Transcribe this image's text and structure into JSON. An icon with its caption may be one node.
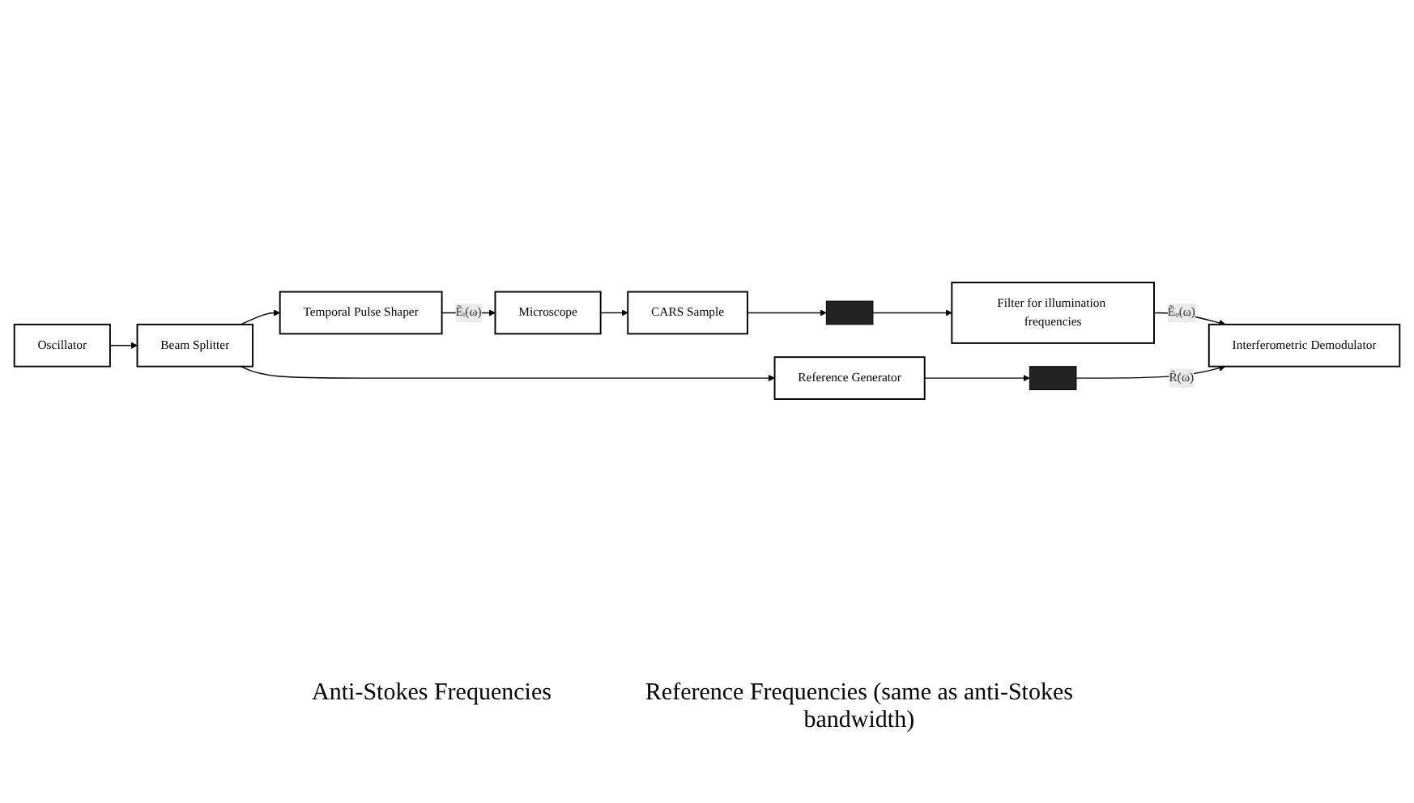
{
  "diagram": {
    "nodes": [
      {
        "text": [
          "Oscillator"
        ]
      },
      {
        "text": [
          "Beam Splitter"
        ]
      },
      {
        "text": [
          "Temporal Pulse Shaper"
        ]
      },
      {
        "text": [
          "Microscope"
        ]
      },
      {
        "text": [
          "CARS Sample"
        ]
      },
      {
        "text": [],
        "shape": "bar"
      },
      {
        "text": [
          "Filter for illumination frequencies"
        ]
      },
      {
        "text": [
          "Reference Generator"
        ]
      },
      {
        "text": [],
        "shape": "bar"
      },
      {
        "text": [
          "Interferometric Demodulator"
        ]
      }
    ],
    "edges": [
      {
        "from": 0,
        "to": 1,
        "arrow": "to"
      },
      {
        "from": 1,
        "to": 2,
        "arrow": "to"
      },
      {
        "from": 1,
        "to": 7,
        "arrow": "to"
      },
      {
        "from": 2,
        "to": 3,
        "arrow": "to",
        "label": "Ẽᵢ(ω)"
      },
      {
        "from": 3,
        "to": 4,
        "arrow": "to"
      },
      {
        "from": 4,
        "to": 5,
        "arrow": "to"
      },
      {
        "from": 5,
        "to": 6,
        "arrow": "to"
      },
      {
        "from": 6,
        "to": 9,
        "arrow": "to",
        "label": "Ẽₒ(ω)"
      },
      {
        "from": 7,
        "to": 8,
        "arrow": "to"
      },
      {
        "from": 8,
        "to": 9,
        "arrow": "to",
        "label": "R̃(ω)"
      }
    ],
    "labels": [
      "Anti-Stokes Frequencies",
      "Reference Frequencies (same as anti-Stokes bandwidth)"
    ]
  }
}
